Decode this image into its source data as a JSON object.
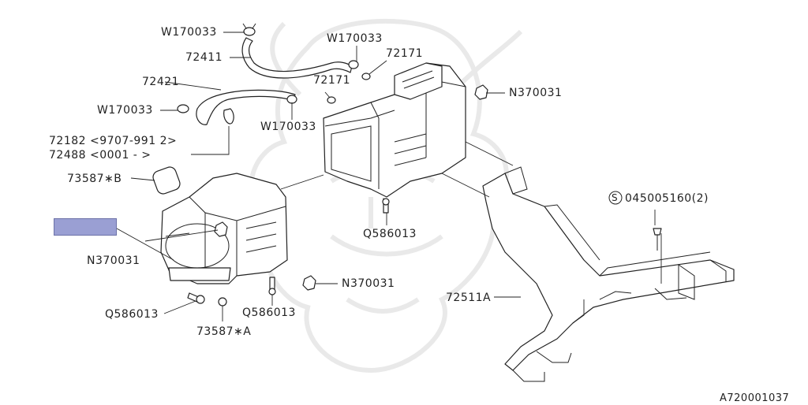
{
  "labels": {
    "w170033_a": "W170033",
    "p72411": "72411",
    "w170033_b": "W170033",
    "p72171_a": "72171",
    "p72421": "72421",
    "p72171_b": "72171",
    "n370031_a": "N370031",
    "w170033_c": "W170033",
    "w170033_d": "W170033",
    "p72182": "72182 <9707-991 2>",
    "p72488": "72488 <0001 -          >",
    "p73587b": "73587∗B",
    "s045005160": "045005160(2)",
    "s_symbol": "S",
    "q586013_a": "Q586013",
    "n370031_b": "N370031",
    "n370031_c": "N370031",
    "p72511a": "72511A",
    "q586013_b": "Q586013",
    "q586013_c": "Q586013",
    "p73587a": "73587∗A",
    "diagram_id": "A720001037"
  },
  "highlight_color": "#9a9fd3",
  "watermark": "samurai-helmet-emblem"
}
